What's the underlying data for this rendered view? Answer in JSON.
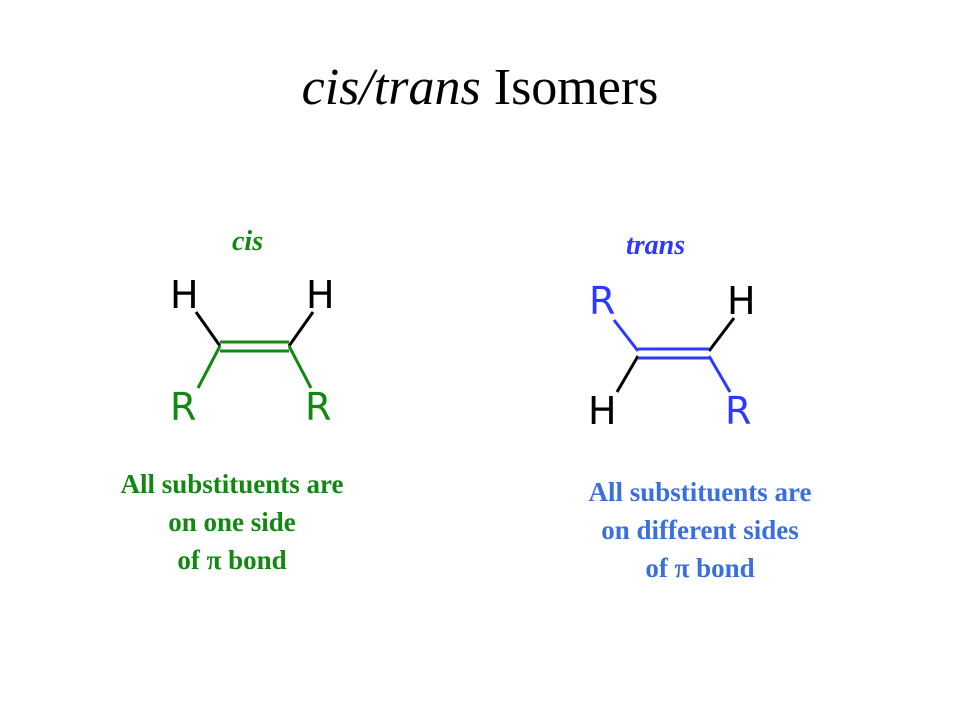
{
  "title": {
    "italic": "cis/trans",
    "rest": " Isomers"
  },
  "colors": {
    "cis": "#128712",
    "trans": "#2e39ff",
    "trans_text": "#3a6fe0",
    "black": "#000000"
  },
  "cis": {
    "label": "cis",
    "atoms": {
      "top_left": "H",
      "top_right": "H",
      "bottom_left": "R",
      "bottom_right": "R"
    },
    "desc": [
      "All substituents are",
      "on one side",
      "of π bond"
    ]
  },
  "trans": {
    "label": "trans",
    "atoms": {
      "top_left": "R",
      "top_right": "H",
      "bottom_left": "H",
      "bottom_right": "R"
    },
    "desc": [
      "All substituents are",
      "on different sides",
      "of π bond"
    ]
  }
}
